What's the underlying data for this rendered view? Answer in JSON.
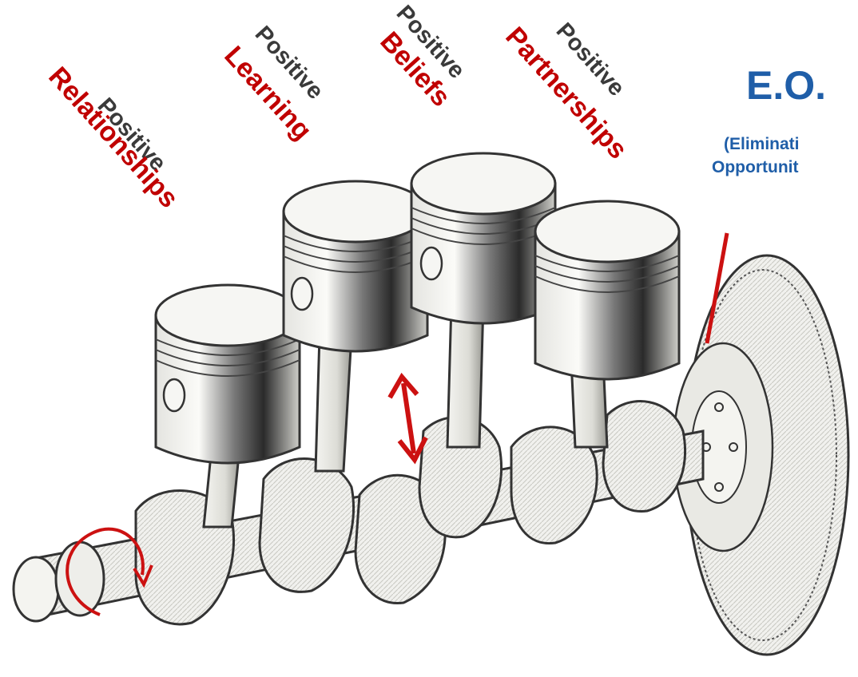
{
  "labels": [
    {
      "top": "Positive",
      "bottom": "Relationships"
    },
    {
      "top": "Positive",
      "bottom": "Learning"
    },
    {
      "top": "Positive",
      "bottom": "Beliefs"
    },
    {
      "top": "Positive",
      "bottom": "Partnerships"
    }
  ],
  "eo": {
    "title": "E.O.",
    "subtitle_line1": "(Eliminati",
    "subtitle_line2": "Opportunit"
  },
  "colors": {
    "label_accent": "#c00000",
    "label_gray": "#3a3a3a",
    "eo_blue": "#1f5ea8",
    "arrow_red": "#cc1111",
    "line": "#333333",
    "metal": "#f1f1ee"
  },
  "icons": {
    "crank_rotation": "rotation-arrow-icon",
    "piston_motion": "double-arrow-icon",
    "flywheel_pointer": "pointer-line-icon"
  }
}
